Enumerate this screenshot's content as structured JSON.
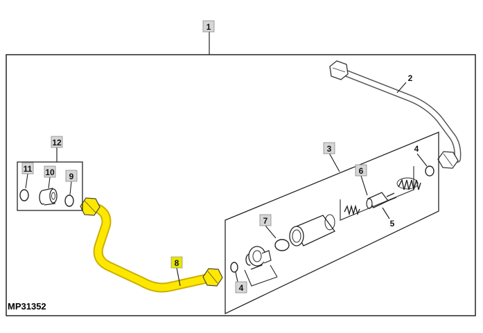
{
  "diagram": {
    "reference_code": "MP31352",
    "colors": {
      "highlight_fill": "#ffe800",
      "highlight_stroke": "#c9b000",
      "callout_box": "#d6d6d6",
      "callout_box_highlight": "#e6e600",
      "line": "#222222",
      "pipe_outline": "#555555"
    },
    "callouts": {
      "c1": "1",
      "c2": "2",
      "c3": "3",
      "c4a": "4",
      "c4b": "4",
      "c5": "5",
      "c6": "6",
      "c7": "7",
      "c8": "8",
      "c9": "9",
      "c10": "10",
      "c11": "11",
      "c12": "12"
    }
  }
}
